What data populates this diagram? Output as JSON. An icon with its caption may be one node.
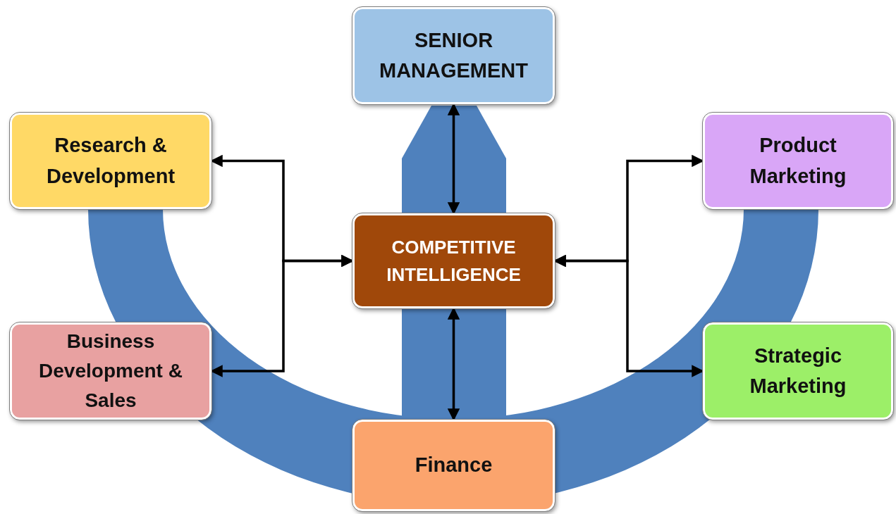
{
  "diagram": {
    "nodes": [
      {
        "text": [
          "SENIOR MANAGEMENT"
        ]
      },
      {
        "text": [
          "Research & Development"
        ]
      },
      {
        "text": [
          "COMPETITIVE INTELLIGENCE"
        ]
      },
      {
        "text": [
          "Product Marketing"
        ]
      },
      {
        "text": [
          "Business Development & Sales"
        ]
      },
      {
        "text": [
          "Strategic Marketing"
        ]
      },
      {
        "text": [
          "Finance"
        ]
      }
    ],
    "edges": [
      {
        "from": 2,
        "to": 0,
        "arrow": "both"
      },
      {
        "from": 1,
        "to": 2,
        "arrow": "both"
      },
      {
        "from": 4,
        "to": 2,
        "arrow": "both"
      },
      {
        "from": 3,
        "to": 2,
        "arrow": "both"
      },
      {
        "from": 5,
        "to": 2,
        "arrow": "both"
      },
      {
        "from": 2,
        "to": 6,
        "arrow": "both"
      }
    ]
  }
}
